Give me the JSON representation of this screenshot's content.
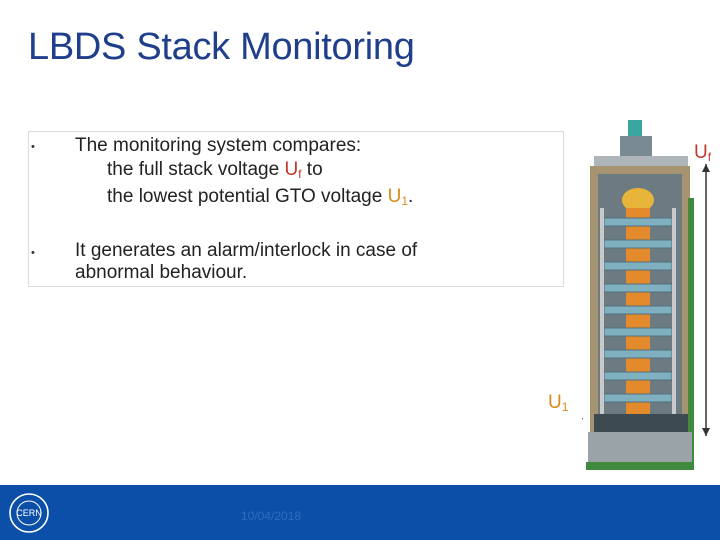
{
  "slide": {
    "title": "LBDS Stack Monitoring"
  },
  "bullets": [
    {
      "marker": "•",
      "line1": "The monitoring system compares:",
      "line2_pre": "the full stack voltage ",
      "line2_var": "U",
      "line2_sub": "f",
      "line2_post": " to",
      "line3_pre": "the lowest potential GTO voltage ",
      "line3_var": "U",
      "line3_sub": "1",
      "line3_post": "."
    },
    {
      "marker": "•",
      "line1": "It generates an alarm/interlock in case of",
      "line2": "abnormal behaviour."
    }
  ],
  "figure": {
    "uf_var": "U",
    "uf_sub": "f",
    "u1_var": "U",
    "u1_sub": "1"
  },
  "footer": {
    "logo_text": "CERN",
    "date": "10/04/2018"
  },
  "colors": {
    "title": "#1f3f8c",
    "uf": "#c0392b",
    "u1": "#d98a18",
    "footer": "#0b4fa8"
  }
}
